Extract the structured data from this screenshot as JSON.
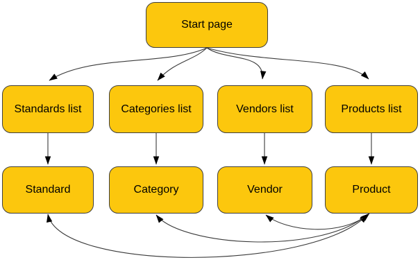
{
  "diagram": {
    "nodes": {
      "start_page": {
        "label": "Start page"
      },
      "standards_list": {
        "label": "Standards list"
      },
      "categories_list": {
        "label": "Categories list"
      },
      "vendors_list": {
        "label": "Vendors list"
      },
      "products_list": {
        "label": "Products list"
      },
      "standard": {
        "label": "Standard"
      },
      "category": {
        "label": "Category"
      },
      "vendor": {
        "label": "Vendor"
      },
      "product": {
        "label": "Product"
      }
    },
    "edges": [
      {
        "from": "Start page",
        "to": "Standards list",
        "direction": "one-way"
      },
      {
        "from": "Start page",
        "to": "Categories list",
        "direction": "one-way"
      },
      {
        "from": "Start page",
        "to": "Vendors list",
        "direction": "one-way"
      },
      {
        "from": "Start page",
        "to": "Products list",
        "direction": "one-way"
      },
      {
        "from": "Standards list",
        "to": "Standard",
        "direction": "one-way"
      },
      {
        "from": "Categories list",
        "to": "Category",
        "direction": "one-way"
      },
      {
        "from": "Vendors list",
        "to": "Vendor",
        "direction": "one-way"
      },
      {
        "from": "Products list",
        "to": "Product",
        "direction": "one-way"
      },
      {
        "from": "Product",
        "to": "Standard",
        "direction": "two-way"
      },
      {
        "from": "Product",
        "to": "Category",
        "direction": "two-way"
      },
      {
        "from": "Product",
        "to": "Vendor",
        "direction": "two-way"
      }
    ],
    "colors": {
      "node_fill": "#FCC70D",
      "node_border": "#3E3E3E",
      "arrow": "#3A3A3A",
      "background": "#FFFFFF",
      "text": "#000000"
    }
  }
}
